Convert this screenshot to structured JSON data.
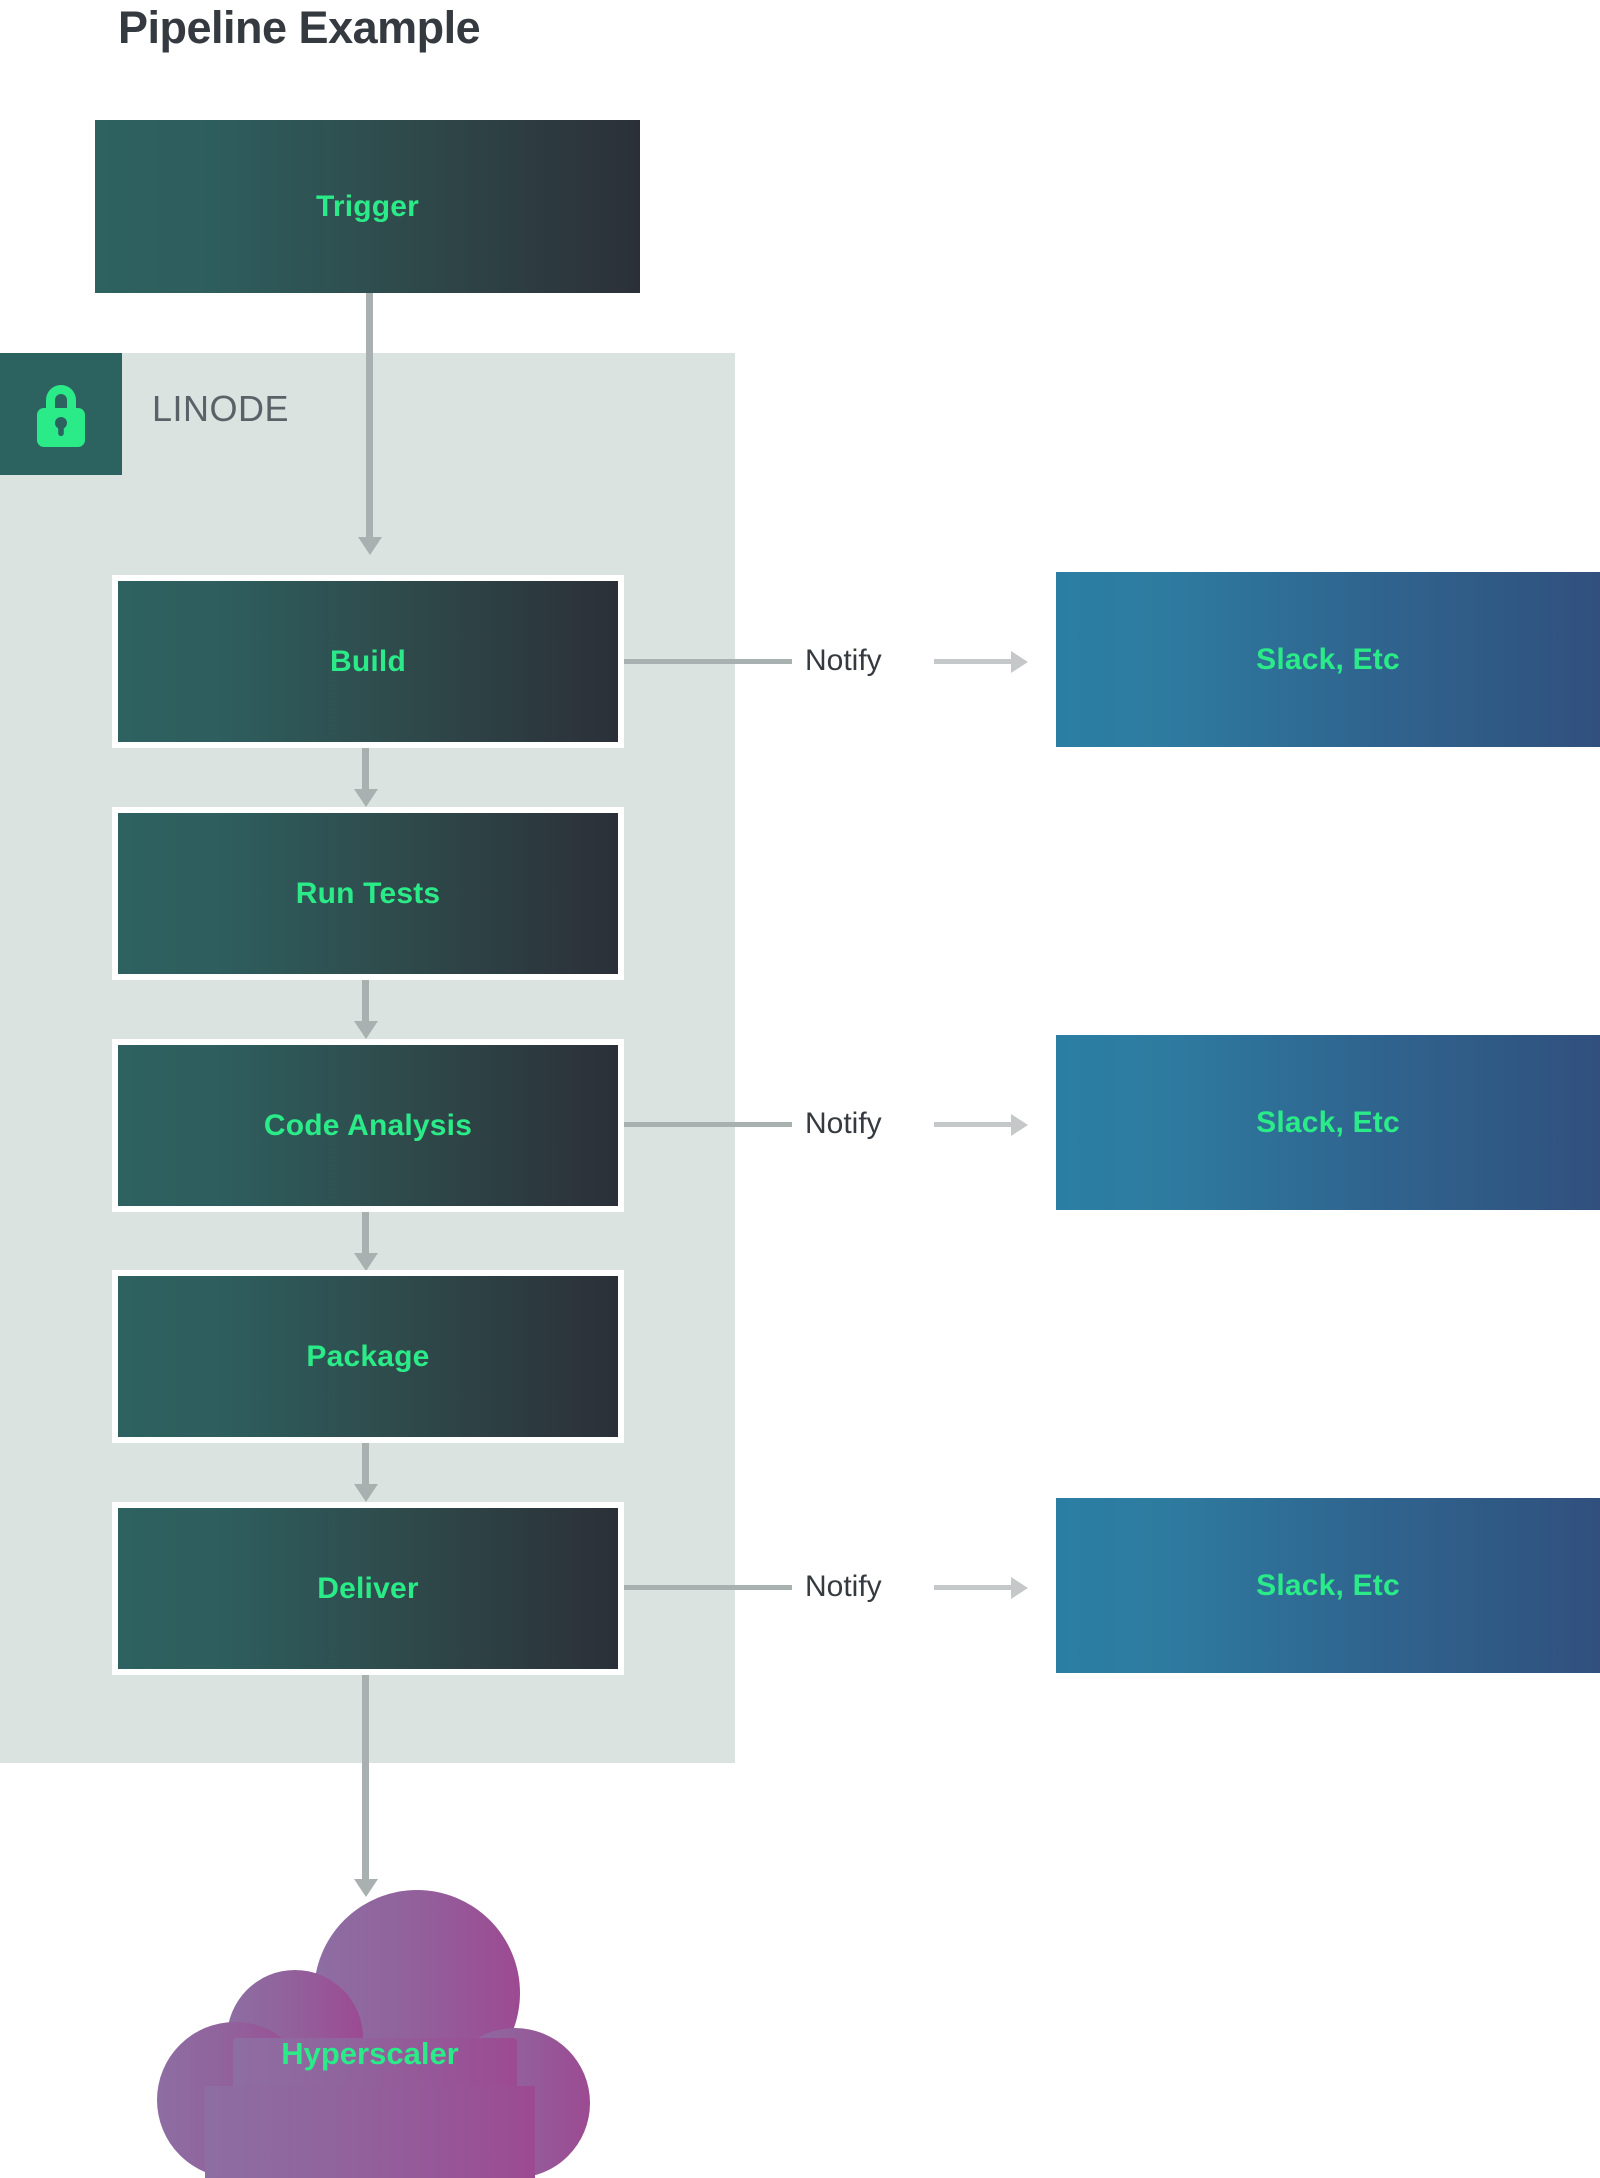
{
  "page": {
    "title": "Pipeline Example",
    "background": "#ffffff"
  },
  "colors": {
    "title_text": "#343a40",
    "stage_text": "#2aeb88",
    "stage_gradient_start": "#2d6260",
    "stage_gradient_end": "#2b3038",
    "notify_gradient_start": "#2b7ea3",
    "notify_gradient_end": "#31507e",
    "zone_background": "#dbe3e1",
    "zone_badge": "#2c6360",
    "lock_icon": "#2aeb88",
    "connector": "#a9b0b0",
    "cloud_gradient_start": "#8e6fa3",
    "cloud_gradient_end": "#9b4a92",
    "zone_label_text": "#5a6268"
  },
  "zone": {
    "label": "LINODE",
    "badge_icon": "lock-icon"
  },
  "trigger": {
    "label": "Trigger"
  },
  "stages": [
    {
      "label": "Build"
    },
    {
      "label": "Run Tests"
    },
    {
      "label": "Code Analysis"
    },
    {
      "label": "Package"
    },
    {
      "label": "Deliver"
    }
  ],
  "notifications": [
    {
      "caption": "Notify",
      "target": "Slack, Etc",
      "from_stage": "Build"
    },
    {
      "caption": "Notify",
      "target": "Slack, Etc",
      "from_stage": "Code Analysis"
    },
    {
      "caption": "Notify",
      "target": "Slack, Etc",
      "from_stage": "Deliver"
    }
  ],
  "cloud": {
    "label": "Hyperscaler"
  }
}
